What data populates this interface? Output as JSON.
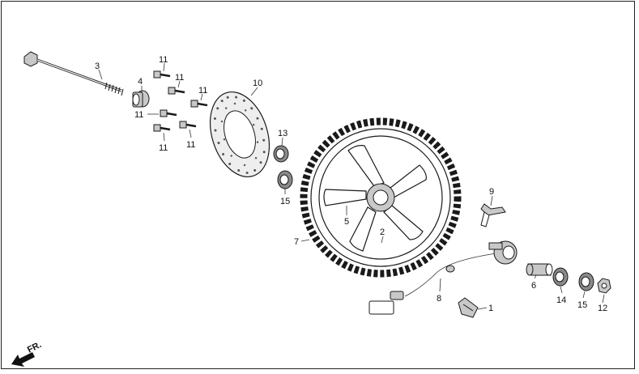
{
  "callouts": {
    "c1": "1",
    "c2": "2",
    "c3": "3",
    "c4": "4",
    "c5": "5",
    "c6": "6",
    "c7": "7",
    "c8": "8",
    "c9": "9",
    "c10": "10",
    "c12": "12",
    "c13": "13",
    "c14": "14",
    "c15a": "15",
    "c15b": "15",
    "c11a": "11",
    "c11b": "11",
    "c11c": "11",
    "c11d": "11",
    "c11e": "11",
    "c11f": "11"
  },
  "direction": {
    "label": "FR."
  }
}
